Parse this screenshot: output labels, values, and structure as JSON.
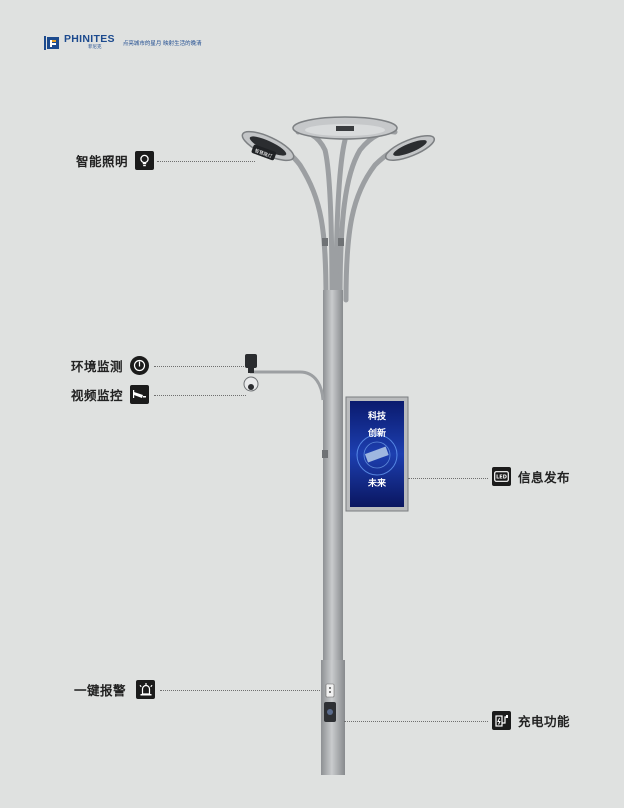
{
  "brand": {
    "name": "PHINITES",
    "chinese": "菲尼克",
    "slogan": "点亮城市的星月 映射生活的晚清"
  },
  "features": [
    {
      "id": "lighting",
      "label": "智能照明",
      "icon": "lightbulb-icon"
    },
    {
      "id": "environment",
      "label": "环境监测",
      "icon": "power-sensor-icon"
    },
    {
      "id": "video",
      "label": "视频监控",
      "icon": "camera-icon"
    },
    {
      "id": "info",
      "label": "信息发布",
      "icon": "led-screen-icon"
    },
    {
      "id": "alarm",
      "label": "一键报警",
      "icon": "alarm-icon"
    },
    {
      "id": "charging",
      "label": "充电功能",
      "icon": "charging-icon"
    }
  ],
  "screen": {
    "line1": "科技",
    "line2": "创新",
    "line3": "未来"
  },
  "lamp_badge": "智慧路灯",
  "colors": {
    "background": "#dfe1e0",
    "brand_blue": "#1c4a8e",
    "pole": "#a9acae",
    "icon_bg": "#1b1b1b"
  }
}
